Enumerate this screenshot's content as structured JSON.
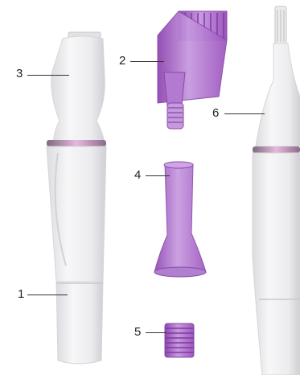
{
  "callouts": [
    {
      "id": "1",
      "label": "1"
    },
    {
      "id": "2",
      "label": "2"
    },
    {
      "id": "3",
      "label": "3"
    },
    {
      "id": "4",
      "label": "4"
    },
    {
      "id": "5",
      "label": "5"
    },
    {
      "id": "6",
      "label": "6"
    }
  ],
  "colors": {
    "body_white": "#f1f1f3",
    "body_shade": "#d9d9de",
    "accent_ring": "#c9a3c6",
    "purple": "#a55bc3",
    "purple_light": "#c99add",
    "purple_dark": "#7f3b9e",
    "blade": "#e9e9e9"
  }
}
